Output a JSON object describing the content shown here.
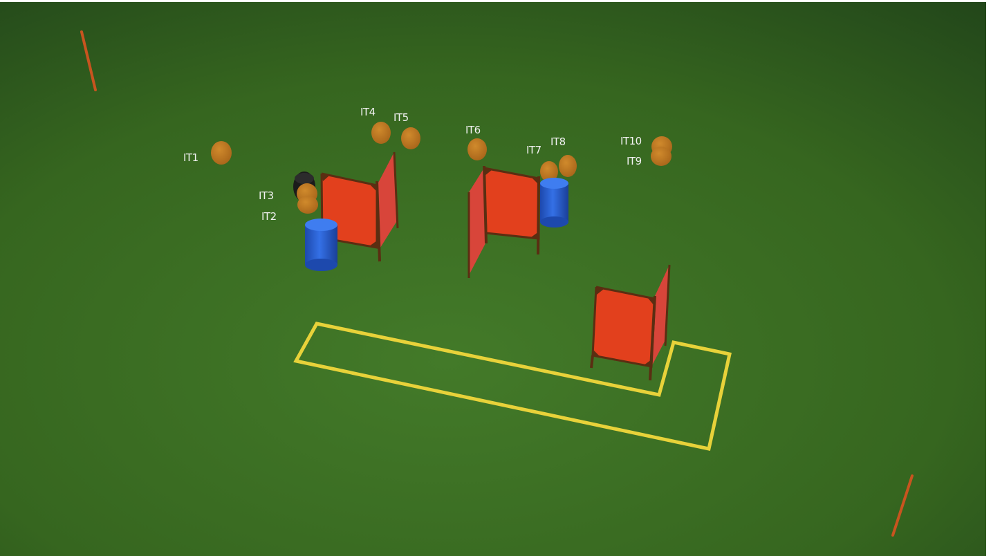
{
  "scene": {
    "ground_color": "#3b6b24",
    "boundary_line_color": "#e8d23a",
    "panel_color": "#e2401d",
    "panel_frame_color": "#5a2e12",
    "barrel_color": "#2962d8",
    "item_color": "#c07a22",
    "marker_stake_color": "#c8541f",
    "item_labels": {
      "it1": "IT1",
      "it2": "IT2",
      "it3": "IT3",
      "it4": "IT4",
      "it5": "IT5",
      "it6": "IT6",
      "it7": "IT7",
      "it8": "IT8",
      "it9": "IT9",
      "it10": "IT10"
    }
  }
}
